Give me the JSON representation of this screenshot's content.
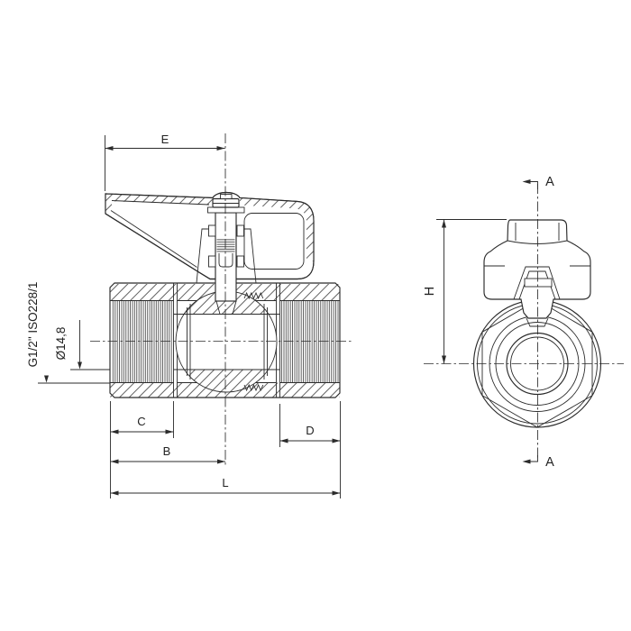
{
  "drawing": {
    "subject": "Ball valve sectional technical drawing",
    "background": "#ffffff",
    "line_color": "#2b2b2b",
    "front_view": {
      "dim_e": "E",
      "dim_c": "C",
      "dim_b": "B",
      "dim_l": "L",
      "dim_d": "D",
      "thread_callout": "G1/2\" ISO228/1",
      "bore_callout": "Ø14,8"
    },
    "side_view": {
      "dim_h": "H",
      "section_marker_top": "A",
      "section_marker_bottom": "A"
    }
  }
}
